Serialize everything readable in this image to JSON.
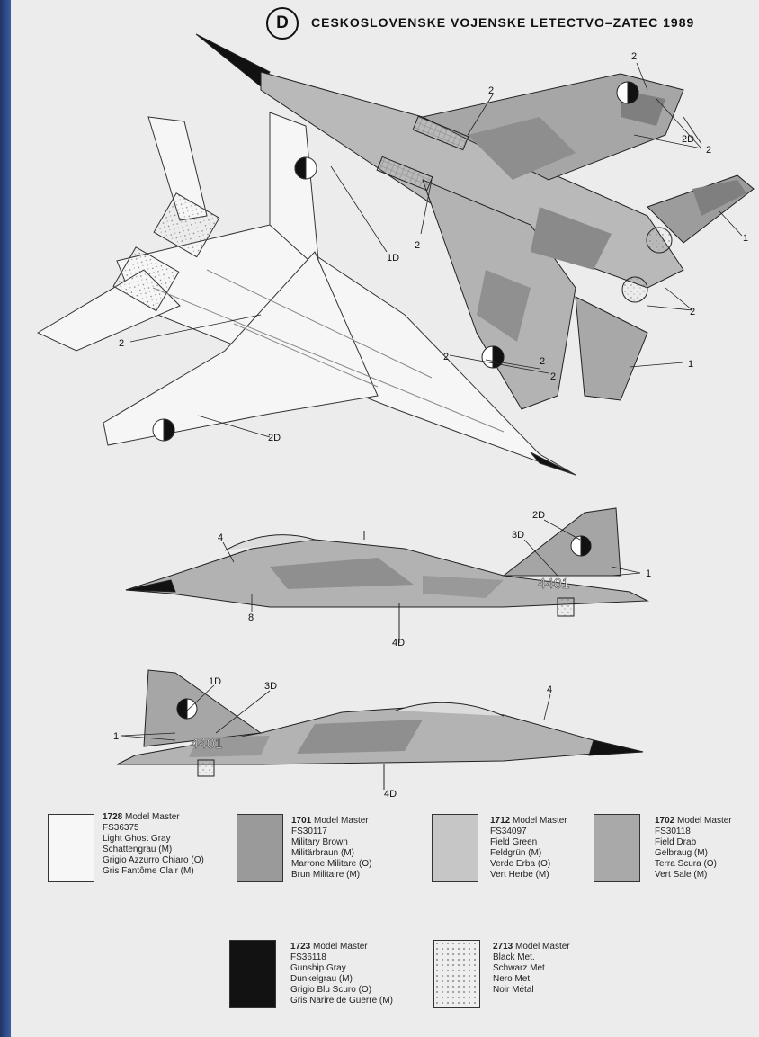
{
  "header": {
    "badge": "D",
    "title": "CESKOSLOVENSKE VOJENSKE LETECTVO–ZATEC 1989"
  },
  "callouts": {
    "c1": "2",
    "c2": "2",
    "c3": "2D",
    "c4": "2",
    "c5": "1",
    "c6": "2",
    "c7": "1D",
    "c8": "2",
    "c9": "2",
    "c10": "2",
    "c11": "2",
    "c12": "1",
    "c13": "2",
    "c14": "2D",
    "s1": "2D",
    "s2": "3D",
    "s3": "4",
    "s4": "1",
    "s5": "8",
    "s6": "4D",
    "t1": "1D",
    "t2": "3D",
    "t3": "4",
    "t4": "1",
    "t5": "4D",
    "tail1": "4401",
    "tail2": "4401"
  },
  "legend": [
    {
      "code": "1728",
      "brand": "Model Master",
      "fs": "FS36375",
      "names": [
        "Light Ghost Gray",
        "Schattengrau (M)",
        "Grigio Azzurro Chiaro (O)",
        "Gris Fantôme Clair (M)"
      ],
      "color": "#f7f7f7"
    },
    {
      "code": "1701",
      "brand": "Model Master",
      "fs": "FS30117",
      "names": [
        "Military Brown",
        "Militärbraun (M)",
        "Marrone Militare (O)",
        "Brun Militaire (M)"
      ],
      "color": "#9a9a9a"
    },
    {
      "code": "1712",
      "brand": "Model Master",
      "fs": "FS34097",
      "names": [
        "Field Green",
        "Feldgrün (M)",
        "Verde Erba (O)",
        "Vert Herbe (M)"
      ],
      "color": "#c6c6c6"
    },
    {
      "code": "1702",
      "brand": "Model Master",
      "fs": "FS30118",
      "names": [
        "Field Drab",
        "Gelbraug (M)",
        "Terra Scura (O)",
        "Vert Sale (M)"
      ],
      "color": "#a9a9a9"
    },
    {
      "code": "1723",
      "brand": "Model Master",
      "fs": "FS36118",
      "names": [
        "Gunship Gray",
        "Dunkelgrau (M)",
        "Grigio Blu Scuro (O)",
        "Gris Narire de Guerre (M)"
      ],
      "color": "#121212"
    },
    {
      "code": "2713",
      "brand": "Model Master",
      "fs": "",
      "names": [
        "Black Met.",
        "Schwarz Met.",
        "Nero Met.",
        "Noir Métal"
      ],
      "color": "#eeeeee"
    }
  ]
}
